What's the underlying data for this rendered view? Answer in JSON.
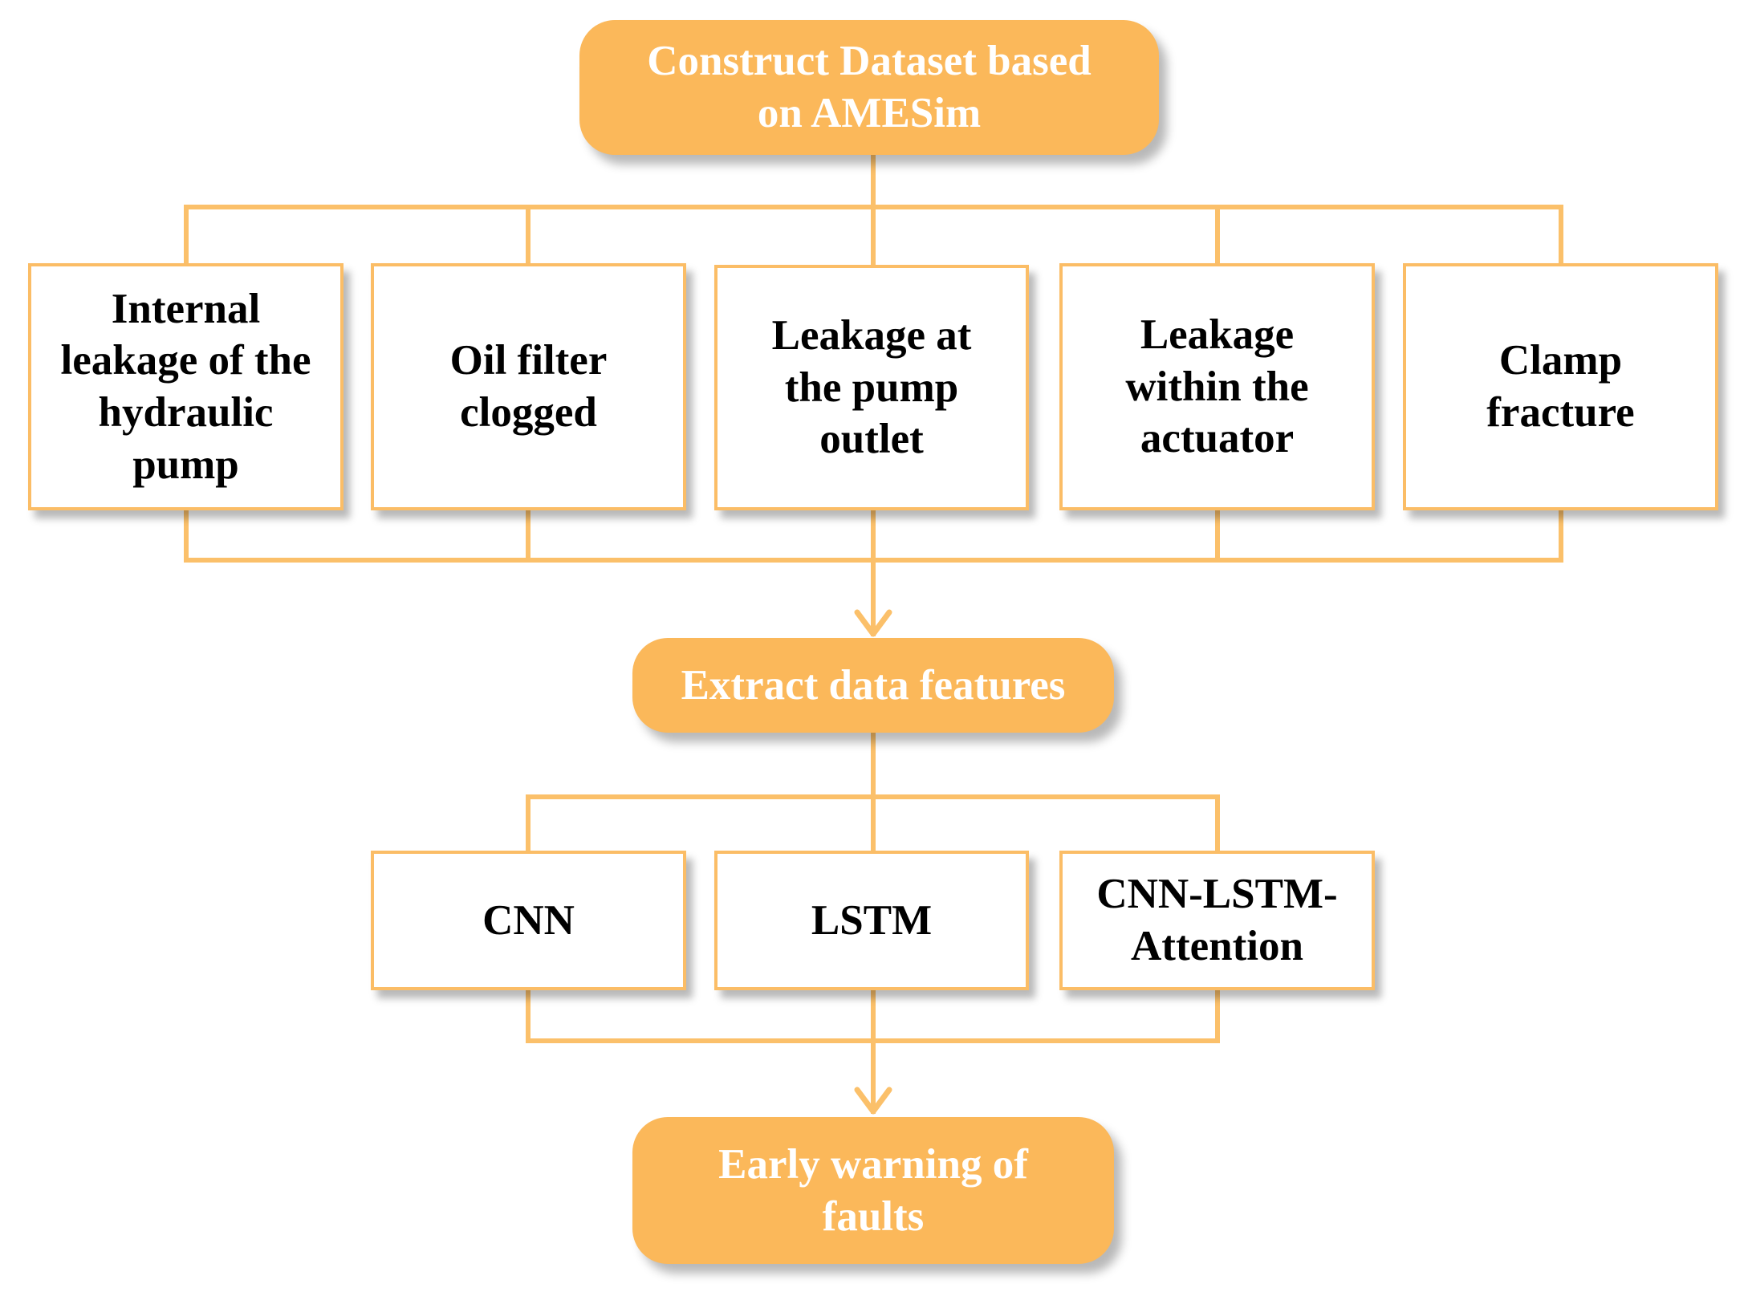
{
  "colors": {
    "accent": "#fbb85a",
    "border": "#fbbd66",
    "line": "#fbc06a"
  },
  "nodes": {
    "construct_dataset": "Construct Dataset based on AMESim",
    "faults": {
      "internal_leakage": "Internal leakage of the hydraulic pump",
      "oil_filter": "Oil filter clogged",
      "pump_outlet": "Leakage at the pump outlet",
      "actuator": "Leakage within the actuator",
      "clamp": "Clamp fracture"
    },
    "extract_features": "Extract data features",
    "models": {
      "cnn": "CNN",
      "lstm": "LSTM",
      "cnn_lstm_attention": "CNN-LSTM-Attention"
    },
    "early_warning": "Early warning of faults"
  }
}
